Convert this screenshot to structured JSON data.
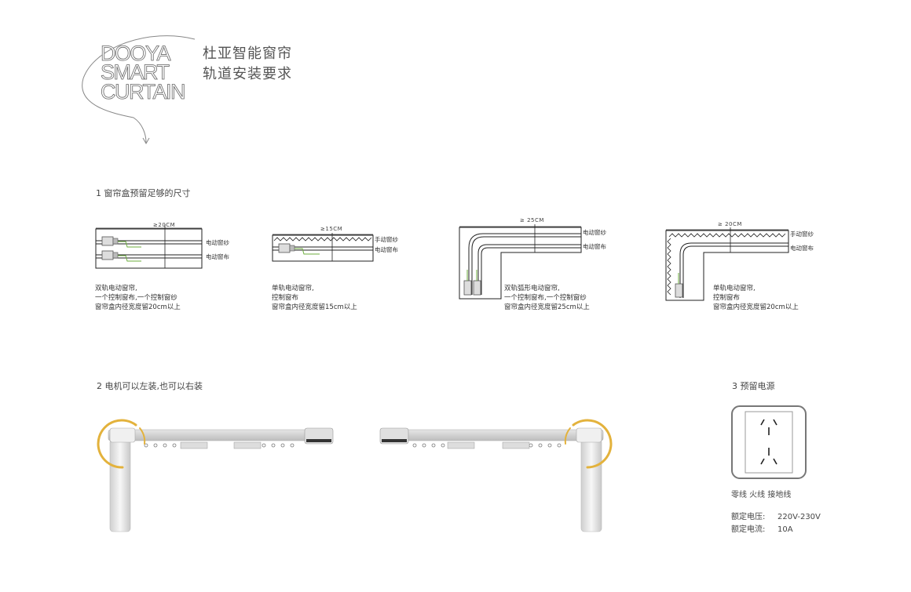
{
  "header": {
    "logo_lines": [
      "DOOYA",
      "SMART",
      "CURTAIN"
    ],
    "title_line1": "杜亚智能窗帘",
    "title_line2": "轨道安装要求"
  },
  "section1": {
    "title": "1 窗帘盒预留足够的尺寸",
    "diagrams": [
      {
        "dimension": "≥20CM",
        "labels": [
          "电动窗纱",
          "电动窗布"
        ],
        "caption": [
          "双轨电动窗帘,",
          "一个控制窗布,一个控制窗纱",
          "窗帘盒内径宽度留20cm以上"
        ]
      },
      {
        "dimension": "≥15CM",
        "labels": [
          "手动窗纱",
          "电动窗布"
        ],
        "caption": [
          "单轨电动窗帘,",
          "控制窗布",
          "窗帘盒内径宽度留15cm以上"
        ]
      },
      {
        "dimension": "≥ 25CM",
        "labels": [
          "电动窗纱",
          "电动窗布"
        ],
        "caption": [
          "双轨弧形电动窗帘,",
          "一个控制窗布,一个控制窗纱",
          "窗帘盒内径宽度留25cm以上"
        ]
      },
      {
        "dimension": "≥ 20CM",
        "labels": [
          "手动窗纱",
          "电动窗布"
        ],
        "caption": [
          "单轨电动窗帘,",
          "控制窗布",
          "窗帘盒内径宽度留20cm以上"
        ]
      }
    ]
  },
  "section2": {
    "title": "2 电机可以左装,也可以右装"
  },
  "section3": {
    "title": "3 预留电源",
    "socket_label": "零线 火线 接地线",
    "voltage_label": "额定电压:",
    "voltage_value": "220V-230V",
    "current_label": "额定电流:",
    "current_value": "10A"
  },
  "colors": {
    "accent_ring": "#e3b23c",
    "wire_green": "#6cae3e",
    "line": "#222222"
  }
}
